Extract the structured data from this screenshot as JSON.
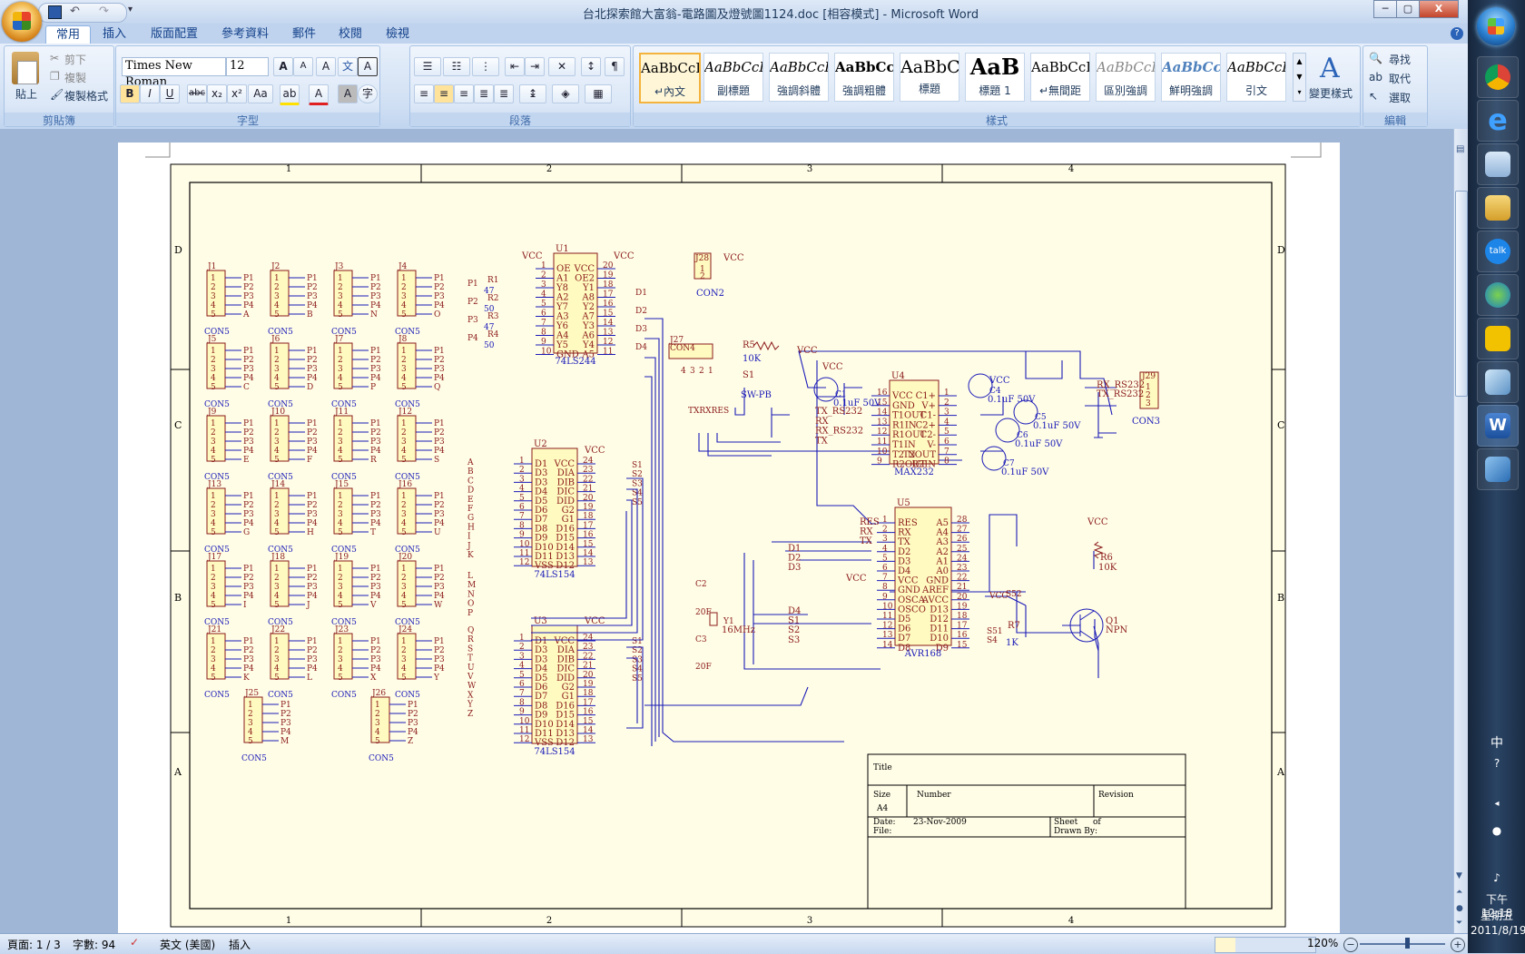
{
  "window": {
    "title": "台北探索館大富翁-電路圖及燈號圖1124.doc [相容模式] - Microsoft Word",
    "min": "─",
    "max": "▢",
    "close": "X"
  },
  "ribbon": {
    "tabs": [
      "常用",
      "插入",
      "版面配置",
      "參考資料",
      "郵件",
      "校閱",
      "檢視"
    ],
    "clipboard": {
      "label": "剪貼簿",
      "paste": "貼上",
      "cut": "剪下",
      "copy": "複製",
      "format": "複製格式"
    },
    "font": {
      "label": "字型",
      "name": "Times New Roman",
      "size": "12",
      "bold": "B",
      "italic": "I",
      "underline": "U",
      "strike": "abc",
      "sub": "x₂",
      "sup": "x²",
      "case": "Aa",
      "grow": "A",
      "shrink": "A",
      "clear": "A"
    },
    "paragraph": {
      "label": "段落"
    },
    "styles": {
      "label": "樣式",
      "items": [
        {
          "preview": "AaBbCcI",
          "name": "↵內文",
          "selected": true
        },
        {
          "preview": "AaBbCcL",
          "name": "副標題"
        },
        {
          "preview": "AaBbCcL",
          "name": "強調斜體"
        },
        {
          "preview": "AaBbCcl",
          "name": "強調粗體"
        },
        {
          "preview": "AaBbC",
          "name": "標題"
        },
        {
          "preview": "AaB",
          "name": "標題 1"
        },
        {
          "preview": "AaBbCcI",
          "name": "↵無間距"
        },
        {
          "preview": "AaBbCcI",
          "name": "區別強調"
        },
        {
          "preview": "AaBbCc",
          "name": "鮮明強調"
        },
        {
          "preview": "AaBbCcL",
          "name": "引文"
        }
      ],
      "change": "變更樣式"
    },
    "editing": {
      "label": "編輯",
      "find": "尋找",
      "replace": "取代",
      "select": "選取"
    }
  },
  "status": {
    "page": "頁面: 1 / 3",
    "words": "字數: 94",
    "lang": "英文 (美國)",
    "mode": "插入",
    "zoom": "120%"
  },
  "tray": {
    "ime": "中",
    "time": "下午 12:18",
    "day": "星期五",
    "date": "2011/8/19"
  },
  "schematic": {
    "border_cols": [
      "1",
      "2",
      "3",
      "4"
    ],
    "border_rows": [
      "D",
      "C",
      "B",
      "A"
    ],
    "connectors": [
      {
        "ref": "J1",
        "pins": [
          "P1",
          "P2",
          "P3",
          "P4",
          "A"
        ]
      },
      {
        "ref": "J2",
        "pins": [
          "P1",
          "P2",
          "P3",
          "P4",
          "B"
        ]
      },
      {
        "ref": "J3",
        "pins": [
          "P1",
          "P2",
          "P3",
          "P4",
          "N"
        ]
      },
      {
        "ref": "J4",
        "pins": [
          "P1",
          "P2",
          "P3",
          "P4",
          "O"
        ]
      },
      {
        "ref": "J5",
        "pins": [
          "P1",
          "P2",
          "P3",
          "P4",
          "C"
        ]
      },
      {
        "ref": "J6",
        "pins": [
          "P1",
          "P2",
          "P3",
          "P4",
          "D"
        ]
      },
      {
        "ref": "J7",
        "pins": [
          "P1",
          "P2",
          "P3",
          "P4",
          "P"
        ]
      },
      {
        "ref": "J8",
        "pins": [
          "P1",
          "P2",
          "P3",
          "P4",
          "Q"
        ]
      },
      {
        "ref": "J9",
        "pins": [
          "P1",
          "P2",
          "P3",
          "P4",
          "E"
        ]
      },
      {
        "ref": "J10",
        "pins": [
          "P1",
          "P2",
          "P3",
          "P4",
          "F"
        ]
      },
      {
        "ref": "J11",
        "pins": [
          "P1",
          "P2",
          "P3",
          "P4",
          "R"
        ]
      },
      {
        "ref": "J12",
        "pins": [
          "P1",
          "P2",
          "P3",
          "P4",
          "S"
        ]
      },
      {
        "ref": "J13",
        "pins": [
          "P1",
          "P2",
          "P3",
          "P4",
          "G"
        ]
      },
      {
        "ref": "J14",
        "pins": [
          "P1",
          "P2",
          "P3",
          "P4",
          "H"
        ]
      },
      {
        "ref": "J15",
        "pins": [
          "P1",
          "P2",
          "P3",
          "P4",
          "T"
        ]
      },
      {
        "ref": "J16",
        "pins": [
          "P1",
          "P2",
          "P3",
          "P4",
          "U"
        ]
      },
      {
        "ref": "J17",
        "pins": [
          "P1",
          "P2",
          "P3",
          "P4",
          "I"
        ]
      },
      {
        "ref": "J18",
        "pins": [
          "P1",
          "P2",
          "P3",
          "P4",
          "J"
        ]
      },
      {
        "ref": "J19",
        "pins": [
          "P1",
          "P2",
          "P3",
          "P4",
          "V"
        ]
      },
      {
        "ref": "J20",
        "pins": [
          "P1",
          "P2",
          "P3",
          "P4",
          "W"
        ]
      },
      {
        "ref": "J21",
        "pins": [
          "P1",
          "P2",
          "P3",
          "P4",
          "K"
        ]
      },
      {
        "ref": "J22",
        "pins": [
          "P1",
          "P2",
          "P3",
          "P4",
          "L"
        ]
      },
      {
        "ref": "J23",
        "pins": [
          "P1",
          "P2",
          "P3",
          "P4",
          "X"
        ]
      },
      {
        "ref": "J24",
        "pins": [
          "P1",
          "P2",
          "P3",
          "P4",
          "Y"
        ]
      }
    ],
    "connectors_bottom": [
      {
        "ref": "J25",
        "pins": [
          "P1",
          "P2",
          "P3",
          "P4",
          "M"
        ]
      },
      {
        "ref": "J26",
        "pins": [
          "P1",
          "P2",
          "P3",
          "P4",
          "Z"
        ]
      }
    ],
    "con5": "CON5",
    "u1": {
      "ref": "U1",
      "name": "74LS244",
      "left": [
        "OE",
        "A1",
        "Y8",
        "A2",
        "Y7",
        "A3",
        "Y6",
        "A4",
        "Y5",
        "GND"
      ],
      "right": [
        "VCC",
        "OE2",
        "Y1",
        "A8",
        "Y2",
        "A7",
        "Y3",
        "A6",
        "Y4",
        "A5"
      ],
      "lnum": [
        "1",
        "2",
        "3",
        "4",
        "5",
        "6",
        "7",
        "8",
        "9",
        "10"
      ],
      "rnum": [
        "20",
        "19",
        "18",
        "17",
        "16",
        "15",
        "14",
        "13",
        "12",
        "11"
      ]
    },
    "u2": {
      "ref": "U2",
      "name": "74LS154",
      "left": [
        "D1",
        "D3",
        "D3",
        "D4",
        "D5",
        "D6",
        "D7",
        "D8",
        "D9",
        "D10",
        "D11",
        "VSS"
      ],
      "right": [
        "VCC",
        "DIA",
        "DIB",
        "DIC",
        "DID",
        "G2",
        "G1",
        "D16",
        "D15",
        "D14",
        "D13",
        "D12"
      ],
      "lnum": [
        "1",
        "2",
        "3",
        "4",
        "5",
        "6",
        "7",
        "8",
        "9",
        "10",
        "11",
        "12"
      ],
      "rnum": [
        "24",
        "23",
        "22",
        "21",
        "20",
        "19",
        "18",
        "17",
        "16",
        "15",
        "14",
        "13"
      ],
      "inputs": [
        "A",
        "B",
        "C",
        "D",
        "E",
        "F",
        "G",
        "H",
        "I",
        "J",
        "K"
      ],
      "outputs": [
        "S1",
        "S2",
        "S3",
        "S4",
        "S5"
      ]
    },
    "u3": {
      "ref": "U3",
      "name": "74LS154",
      "inputs": [
        "Q",
        "R",
        "S",
        "T",
        "U",
        "V",
        "W",
        "X",
        "Y",
        "Z"
      ],
      "outputs": [
        "S1",
        "S2",
        "S3",
        "S4",
        "S5"
      ]
    },
    "bus_letters": [
      "L",
      "M",
      "N",
      "O",
      "P"
    ],
    "u1_in": [
      "P1",
      "P2",
      "P3",
      "P4"
    ],
    "r_labels": [
      "R1",
      "47",
      "R2",
      "50",
      "R3",
      "47",
      "R4",
      "50"
    ],
    "u1_out": [
      "D1",
      "D2",
      "D3",
      "D4"
    ],
    "vcc": "VCC",
    "j28": {
      "ref": "J28",
      "name": "CON2",
      "pins": [
        "1",
        "2"
      ]
    },
    "j27": {
      "ref": "J27",
      "name": "CON4",
      "pins": [
        "4",
        "3",
        "2",
        "1"
      ],
      "net": "TXRXRES"
    },
    "r5": {
      "ref": "R5",
      "value": "10K"
    },
    "s1": {
      "ref": "S1",
      "name": "SW-PB"
    },
    "u4": {
      "ref": "U4",
      "name": "MAX232",
      "left": [
        "VCC",
        "GND",
        "T1OUT",
        "R1IN",
        "R1OUT",
        "T1IN",
        "T2IN",
        "R2OUT"
      ],
      "right": [
        "C1+",
        "V+",
        "C1-",
        "C2+",
        "C2-",
        "V-",
        "T2OUT",
        "R2IN"
      ],
      "lnum": [
        "16",
        "15",
        "14",
        "13",
        "12",
        "11",
        "10",
        "9"
      ],
      "rnum": [
        "1",
        "2",
        "3",
        "4",
        "5",
        "6",
        "7",
        "8"
      ],
      "nets": [
        "TX_RS232",
        "RX",
        "RX_RS232",
        "TX"
      ]
    },
    "caps": [
      {
        "ref": "C1",
        "value": "0.1uF 50V"
      },
      {
        "ref": "C4",
        "value": "0.1uF 50V"
      },
      {
        "ref": "C5",
        "value": "0.1uF 50V"
      },
      {
        "ref": "C6",
        "value": "0.1uF 50V"
      },
      {
        "ref": "C7",
        "value": "0.1uF 50V"
      }
    ],
    "j29": {
      "ref": "J29",
      "name": "CON3",
      "nets": [
        "RX_RS232",
        "TX_RS232"
      ],
      "pins": [
        "1",
        "2",
        "3"
      ]
    },
    "u5": {
      "ref": "U5",
      "name": "AVR168",
      "left": [
        "RES",
        "RX",
        "TX",
        "D2",
        "D3",
        "D4",
        "VCC",
        "GND",
        "OSCA",
        "OSCO",
        "D5",
        "D6",
        "D7",
        "D8"
      ],
      "right": [
        "A5",
        "A4",
        "A3",
        "A2",
        "A1",
        "A0",
        "GND",
        "AREF",
        "AVCC",
        "D13",
        "D12",
        "D11",
        "D10",
        "D9"
      ],
      "lnum": [
        "1",
        "2",
        "3",
        "4",
        "5",
        "6",
        "7",
        "8",
        "9",
        "10",
        "11",
        "12",
        "13",
        "14"
      ],
      "rnum": [
        "28",
        "27",
        "26",
        "25",
        "24",
        "23",
        "22",
        "21",
        "20",
        "19",
        "18",
        "17",
        "16",
        "15"
      ],
      "nets_left": [
        "RES",
        "RX",
        "TX"
      ],
      "nets_d": [
        "D1",
        "D2",
        "D3"
      ],
      "nets_lower": [
        "D4",
        "S1",
        "S2",
        "S3"
      ]
    },
    "crystal": {
      "c2": "C2",
      "c2v": "20F",
      "c3": "C3",
      "c3v": "20F",
      "y1": "Y1",
      "y1v": "16MHz"
    },
    "q1": {
      "ref": "Q1",
      "type": "NPN"
    },
    "r6": {
      "ref": "R6",
      "value": "10K"
    },
    "r7": {
      "ref": "R7",
      "value": "1K"
    },
    "net_s52": "S52",
    "net_s51": "S51",
    "net_s4": "S4",
    "titleblock": {
      "title": "Title",
      "size": "Size",
      "size_v": "A4",
      "number": "Number",
      "revision": "Revision",
      "date": "Date:",
      "date_v": "23-Nov-2009",
      "sheet": "Sheet",
      "of": "of",
      "file": "File:",
      "drawn": "Drawn By:"
    }
  }
}
